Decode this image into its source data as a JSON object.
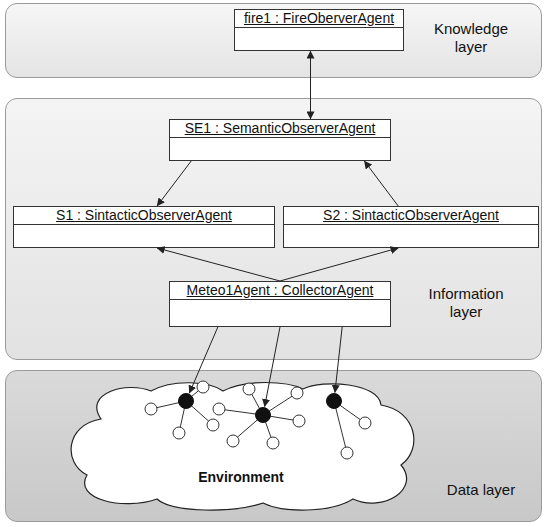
{
  "diagram": {
    "nodes": [
      {
        "text": [
          "Knowledge layer"
        ]
      },
      {
        "text": [
          "fire1 : FireOberverAgent"
        ],
        "in": 0
      },
      {
        "text": [
          "Information layer"
        ]
      },
      {
        "text": [
          "SE1 : SemanticObserverAgent"
        ],
        "in": 2
      },
      {
        "text": [
          "S1 : SintacticObserverAgent"
        ],
        "in": 2
      },
      {
        "text": [
          "S2 : SintacticObserverAgent"
        ],
        "in": 2
      },
      {
        "text": [
          "Meteo1Agent : CollectorAgent"
        ],
        "in": 2
      },
      {
        "text": [
          "Data layer"
        ]
      },
      {
        "text": [
          "Environment"
        ],
        "in": 7
      }
    ],
    "edges": [
      {
        "from": 1,
        "to": 3,
        "arrow": "both"
      },
      {
        "from": 3,
        "to": 4,
        "arrow": "to"
      },
      {
        "from": 5,
        "to": 3,
        "arrow": "to"
      },
      {
        "from": 6,
        "to": 4,
        "arrow": "to"
      },
      {
        "from": 6,
        "to": 5,
        "arrow": "to"
      },
      {
        "from": 6,
        "to": 8,
        "arrow": "to"
      },
      {
        "from": 6,
        "to": 8,
        "arrow": "to"
      },
      {
        "from": 6,
        "to": 8,
        "arrow": "to"
      }
    ]
  }
}
